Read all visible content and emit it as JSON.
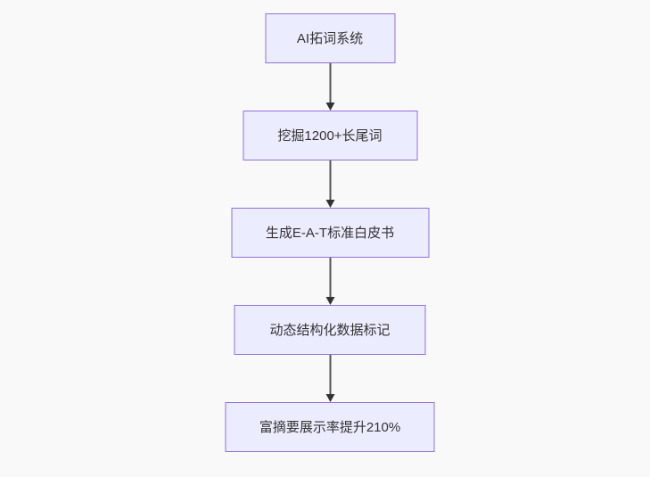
{
  "diagram": {
    "type": "flowchart",
    "direction": "top-down",
    "nodes": [
      {
        "id": "node-1",
        "label": "AI拓词系统"
      },
      {
        "id": "node-2",
        "label": "挖掘1200+长尾词"
      },
      {
        "id": "node-3",
        "label": "生成E-A-T标准白皮书"
      },
      {
        "id": "node-4",
        "label": "动态结构化数据标记"
      },
      {
        "id": "node-5",
        "label": "富摘要展示率提升210%"
      }
    ],
    "edges": [
      {
        "from": "node-1",
        "to": "node-2",
        "style": "arrow"
      },
      {
        "from": "node-2",
        "to": "node-3",
        "style": "arrow"
      },
      {
        "from": "node-3",
        "to": "node-4",
        "style": "arrow"
      },
      {
        "from": "node-4",
        "to": "node-5",
        "style": "arrow"
      }
    ],
    "colors": {
      "background": "#f9f9f9",
      "node_fill": "#ECECFF",
      "node_border": "#9370DB",
      "arrow_line": "#555555",
      "arrow": "#333333",
      "text": "#333333"
    }
  }
}
